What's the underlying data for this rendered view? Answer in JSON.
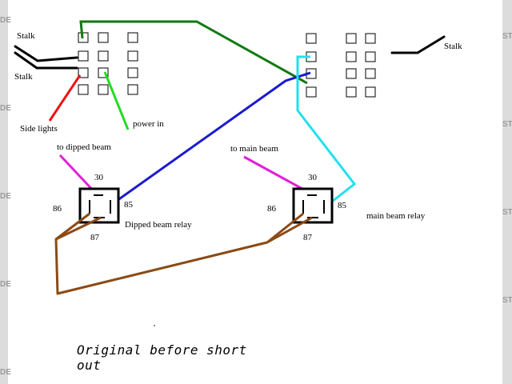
{
  "labels": {
    "stalk_top": "Stalk",
    "stalk_bottom": "Stalk",
    "stalk_right": "Stalk",
    "side_lights": "Side lights",
    "power_in": "power in",
    "to_dipped_beam": "to dipped beam",
    "to_main_beam": "to main beam",
    "relay1_pin30": "30",
    "relay1_pin86": "86",
    "relay1_pin85": "85",
    "relay1_pin87": "87",
    "relay1_name": "Dipped beam relay",
    "relay2_pin30": "30",
    "relay2_pin86": "86",
    "relay2_pin85": "85",
    "relay2_pin87": "87",
    "relay2_name": "main beam relay"
  },
  "caption": {
    "line1": "Original before short",
    "line2": "out"
  },
  "watermark": {
    "left_fragment": "DE",
    "right_fragment": "ST"
  },
  "colors": {
    "green_dark": "#117a11",
    "green_light": "#22dd22",
    "red": "#ee1111",
    "blue": "#1a1ad0",
    "cyan": "#22e0ee",
    "magenta": "#e020d8",
    "brown": "#8b4a14",
    "black": "#000000"
  }
}
